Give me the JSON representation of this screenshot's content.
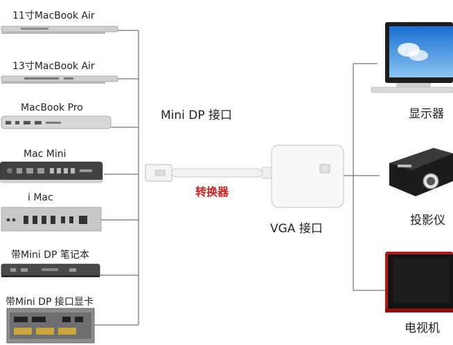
{
  "sources": [
    {
      "label": "11寸MacBook Air"
    },
    {
      "label": "13寸MacBook Air"
    },
    {
      "label": "MacBook Pro"
    },
    {
      "label": "Mac  Mini"
    },
    {
      "label": "i Mac"
    },
    {
      "label": "带Mini DP 笔记本"
    },
    {
      "label": "带Mini DP 接口显卡"
    }
  ],
  "connector": {
    "input_label": "Mini DP 接口",
    "adapter_label": "转换器",
    "output_label": "VGA 接口"
  },
  "targets": [
    {
      "label": "显示器"
    },
    {
      "label": "投影仪"
    },
    {
      "label": "电视机"
    }
  ]
}
